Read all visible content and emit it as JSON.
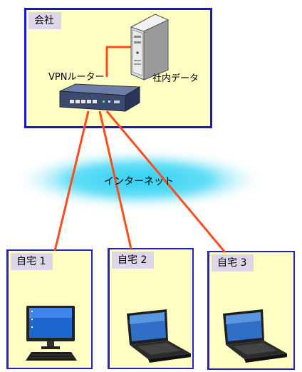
{
  "office": {
    "label": "会社"
  },
  "server": {
    "label": "社内データ"
  },
  "router": {
    "label": "VPNルーター"
  },
  "internet": {
    "label": "インターネット"
  },
  "homes": [
    {
      "label": "自宅 1"
    },
    {
      "label": "自宅 2"
    },
    {
      "label": "自宅 3"
    }
  ],
  "colors": {
    "office_border": "#1717d6",
    "box_fill": "#ffffc4",
    "label_tab": "#dcd6ea",
    "link_line": "#ff4a1a",
    "cloud": "#33d6f5"
  }
}
